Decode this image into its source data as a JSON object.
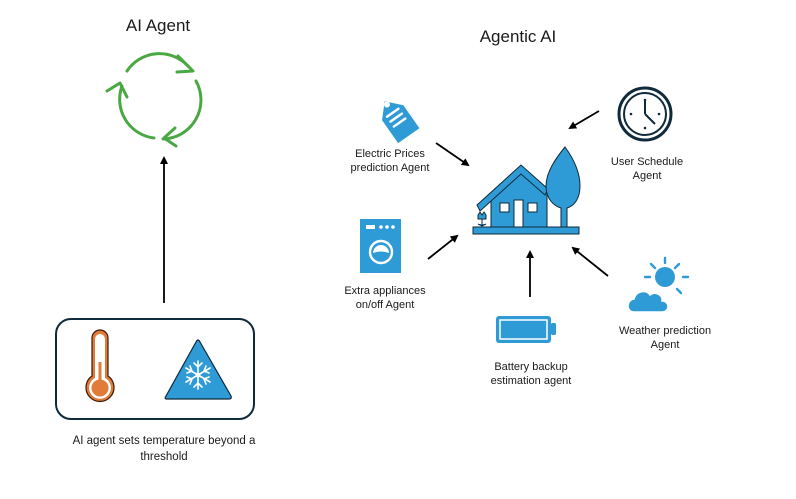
{
  "left_panel": {
    "title": "AI Agent",
    "cycle_icon": "refresh-cycle-icon",
    "box_icons": [
      "thermometer-icon",
      "snowflake-warning-icon"
    ],
    "caption_line1": "AI agent sets temperature beyond a",
    "caption_line2": "threshold"
  },
  "right_panel": {
    "title": "Agentic AI",
    "hub_icon": "house-with-tree-icon",
    "agents": [
      {
        "id": "electric-prices",
        "icon": "price-tag-icon",
        "line1": "Electric Prices",
        "line2": "prediction Agent"
      },
      {
        "id": "user-schedule",
        "icon": "clock-icon",
        "line1": "User Schedule",
        "line2": "Agent"
      },
      {
        "id": "extra-appliances",
        "icon": "washing-machine-icon",
        "line1": "Extra appliances",
        "line2": "on/off Agent"
      },
      {
        "id": "weather",
        "icon": "sun-cloud-icon",
        "line1": "Weather prediction",
        "line2": "Agent"
      },
      {
        "id": "battery",
        "icon": "battery-icon",
        "line1": "Battery backup",
        "line2": "estimation agent"
      }
    ]
  },
  "colors": {
    "icon_blue": "#2f9bd6",
    "outline": "#0f2a3a",
    "cycle_green": "#4aa843",
    "thermo_orange": "#e07b39",
    "text": "#1a1a1a",
    "arrow": "#000000"
  }
}
